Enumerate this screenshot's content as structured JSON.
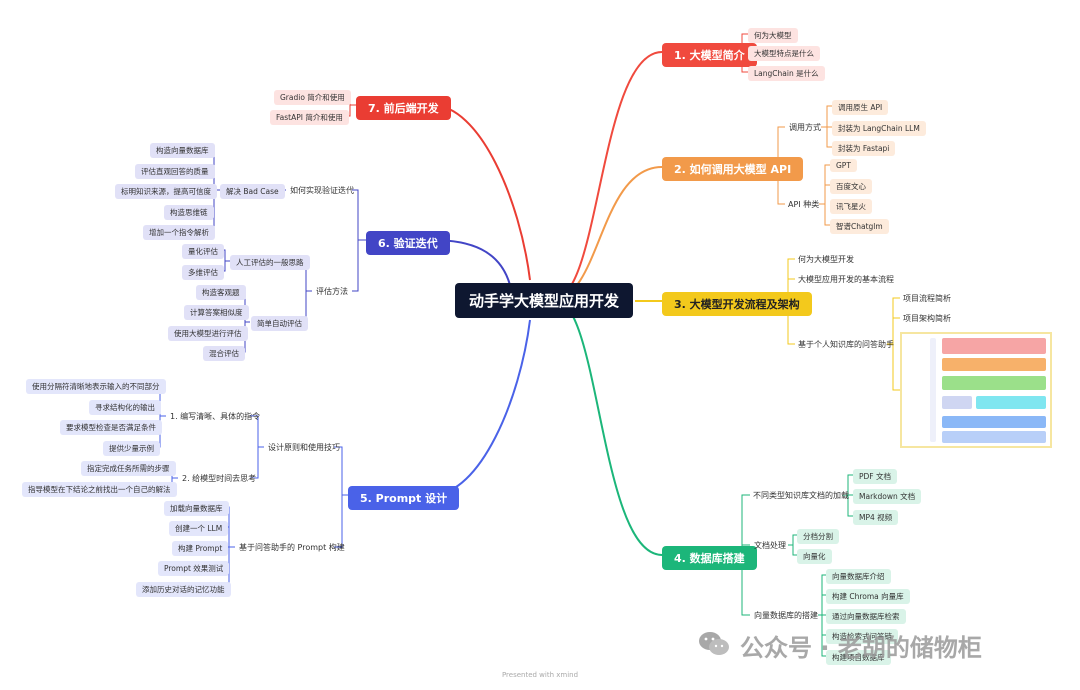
{
  "root": "动手学大模型应用开发",
  "colors": {
    "red": "#f04a3e",
    "orange": "#f29a4a",
    "yellow": "#f3c91c",
    "green": "#1cb67a",
    "blue": "#4a62e8",
    "indigo": "#4245c6",
    "red7": "#ea3d33"
  },
  "b1": {
    "title": "1. 大模型简介",
    "items": [
      "何为大模型",
      "大模型特点是什么",
      "LangChain 是什么"
    ]
  },
  "b2": {
    "title": "2. 如何调用大模型 API",
    "g1": {
      "label": "调用方式",
      "items": [
        "调用原生 API",
        "封装为 LangChain LLM",
        "封装为 Fastapi"
      ]
    },
    "g2": {
      "label": "API 种类",
      "items": [
        "GPT",
        "百度文心",
        "讯飞星火",
        "智谱Chatglm"
      ]
    }
  },
  "b3": {
    "title": "3. 大模型开发流程及架构",
    "items": [
      "何为大模型开发",
      "大模型应用开发的基本流程"
    ],
    "g1": {
      "label": "基于个人知识库的问答助手",
      "items": [
        "项目流程简析",
        "项目架构简析"
      ]
    }
  },
  "b4": {
    "title": "4. 数据库搭建",
    "g1": {
      "label": "不同类型知识库文档的加载",
      "items": [
        "PDF 文档",
        "Markdown 文档",
        "MP4 视频"
      ]
    },
    "g2": {
      "label": "文档处理",
      "items": [
        "分档分割",
        "向量化"
      ]
    },
    "g3": {
      "label": "向量数据库的搭建",
      "items": [
        "向量数据库介绍",
        "构建 Chroma 向量库",
        "通过向量数据库检索",
        "构造检索式问答链",
        "构建项目数据库"
      ]
    }
  },
  "b5": {
    "title": "5. Prompt 设计",
    "g1": {
      "label": "设计原则和使用技巧",
      "s1": {
        "label": "1. 编写清晰、具体的指令",
        "items": [
          "使用分隔符清晰地表示输入的不同部分",
          "寻求结构化的输出",
          "要求模型检查是否满足条件",
          "提供少量示例"
        ]
      },
      "s2": {
        "label": "2. 给模型时间去思考",
        "items": [
          "指定完成任务所需的步骤",
          "指导模型在下结论之前找出一个自己的解法"
        ]
      }
    },
    "g2": {
      "label": "基于问答助手的 Prompt 构建",
      "items": [
        "加载向量数据库",
        "创建一个 LLM",
        "构建 Prompt",
        "Prompt 效果测试",
        "添加历史对话的记忆功能"
      ]
    }
  },
  "b6": {
    "title": "6. 验证迭代",
    "g1": {
      "label": "如何实现验证迭代",
      "s1": {
        "label": "解决 Bad Case",
        "items": [
          "构造向量数据库",
          "评估直观回答的质量",
          "标明知识来源，提高可信度",
          "构造思维链",
          "增加一个指令解析"
        ]
      }
    },
    "g2": {
      "label": "评估方法",
      "s1": {
        "label": "人工评估的一般思路",
        "items": [
          "量化评估",
          "多维评估"
        ]
      },
      "s2": {
        "label": "简单自动评估",
        "items": [
          "构造客观题",
          "计算答案相似度",
          "使用大模型进行评估",
          "混合评估"
        ]
      }
    }
  },
  "b7": {
    "title": "7. 前后端开发",
    "items": [
      "Gradio 简介和使用",
      "FastAPI 简介和使用"
    ]
  },
  "watermark": "公众号 · 老胡的储物柜",
  "footer": "Presented with xmind"
}
